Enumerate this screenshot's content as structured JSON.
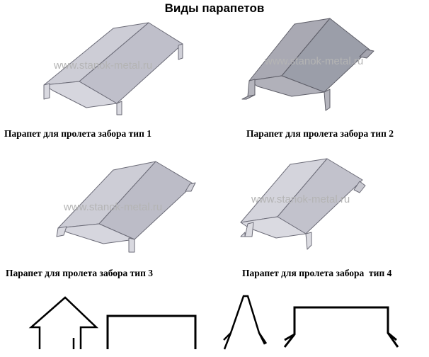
{
  "title": "Виды парапетов",
  "watermark": "www.stanok-metal.ru",
  "captions": [
    "Парапет для пролета забора тип 1",
    "Парапет для пролета забора тип 2",
    "Парапет для пролета забора тип 3",
    "Парапет для пролета забора  тип 4"
  ],
  "colors": {
    "light_sheet": "#cdcdd6",
    "light_sheet_dark": "#b9b9c4",
    "dark_sheet": "#a9a9b3",
    "dark_sheet_dark": "#979aa6",
    "profile_line": "#000000"
  }
}
